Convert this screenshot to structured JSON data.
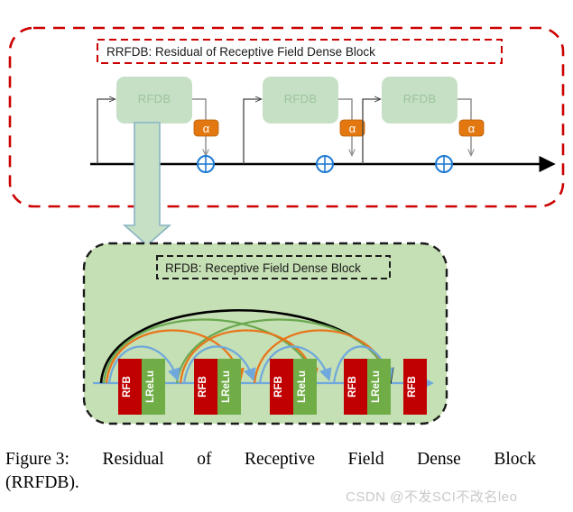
{
  "figure": {
    "caption_label": "Figure 3:",
    "caption_words": [
      "Residual",
      "of",
      "Receptive",
      "Field",
      "Dense",
      "Block"
    ],
    "caption_line2": "(RRFDB).",
    "watermark": "CSDN @不发SCI不改名leo"
  },
  "top_panel": {
    "title": "RRFDB: Residual of Receptive Field Dense Block",
    "border_color": "#cc0000",
    "blocks": [
      {
        "label": "RFDB"
      },
      {
        "label": "RFDB"
      },
      {
        "label": "RFDB"
      }
    ],
    "scales": [
      {
        "label": "α"
      },
      {
        "label": "α"
      },
      {
        "label": "α"
      }
    ],
    "adders": [
      {
        "label": "+"
      },
      {
        "label": "+"
      },
      {
        "label": "+"
      }
    ],
    "block_fill": "#c5e0c5",
    "scale_fill": "#e2780f",
    "adder_color": "#1f7ad4"
  },
  "bottom_panel": {
    "title": "RFDB: Receptive Field Dense Block",
    "background": "#c5e0b4",
    "border_color": "#1a1a1a",
    "units": [
      {
        "conv": "RFB",
        "act": "LReLu"
      },
      {
        "conv": "RFB",
        "act": "LReLu"
      },
      {
        "conv": "RFB",
        "act": "LReLu"
      },
      {
        "conv": "RFB",
        "act": "LReLu"
      }
    ],
    "final_block": {
      "conv": "RFB"
    },
    "conv_fill": "#c00000",
    "act_fill": "#70ad47",
    "skip_colors": {
      "level1": "#6fa8dc",
      "level2": "#e8751a",
      "level3": "#6aa84f",
      "level4": "#000000"
    }
  },
  "connector": {
    "name": "down-arrow",
    "fill": "#c5e0c5",
    "stroke": "#8ab4c4"
  }
}
